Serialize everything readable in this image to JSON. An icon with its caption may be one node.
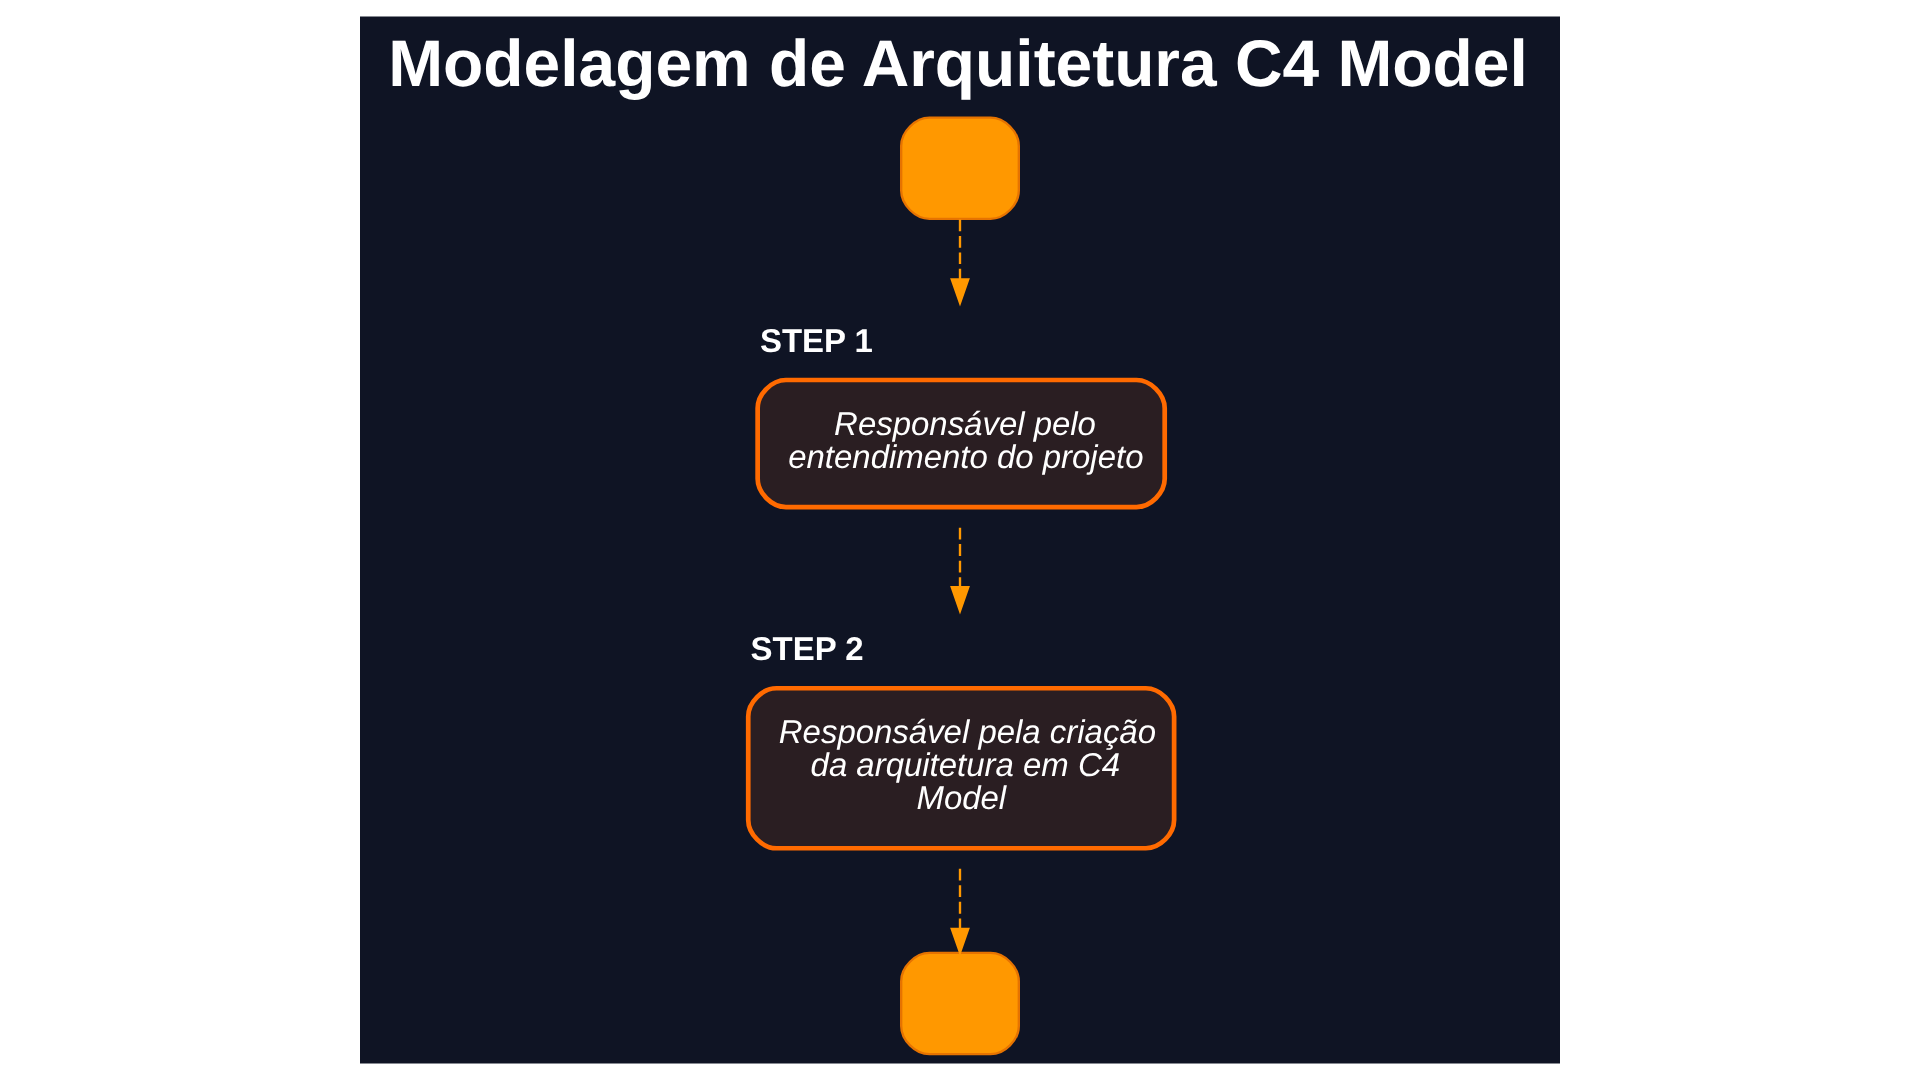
{
  "diagram": {
    "title": "Modelagem de Arquitetura C4 Model",
    "nodes": [
      {
        "text": [],
        "shape": "box"
      },
      {
        "text": [
          "STEP 1",
          "Responsável pelo entendimento do projeto"
        ]
      },
      {
        "text": [
          "STEP 2",
          "Responsável pela criação da arquitetura em C4 Model"
        ]
      },
      {
        "text": [],
        "shape": "box"
      }
    ],
    "edges": [
      {
        "from": 0,
        "to": 1,
        "arrow": "to",
        "style": "dashed"
      },
      {
        "from": 1,
        "to": 2,
        "arrow": "to",
        "style": "dashed"
      },
      {
        "from": 2,
        "to": 3,
        "arrow": "to",
        "style": "dashed"
      }
    ]
  }
}
